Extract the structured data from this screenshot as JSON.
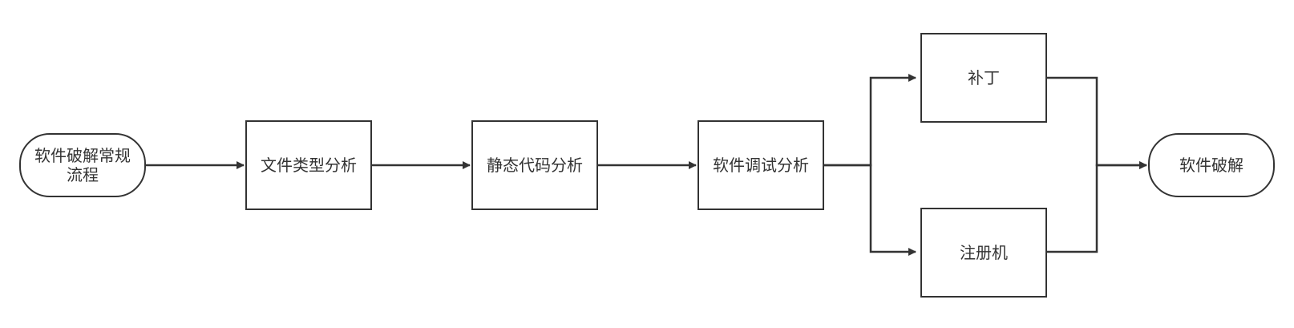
{
  "diagram": {
    "nodes": {
      "start": {
        "label": "软件破解常规流程"
      },
      "file_type": {
        "label": "文件类型分析"
      },
      "static": {
        "label": "静态代码分析"
      },
      "debug": {
        "label": "软件调试分析"
      },
      "patch": {
        "label": "补丁"
      },
      "keygen": {
        "label": "注册机"
      },
      "end": {
        "label": "软件破解"
      }
    },
    "edges": [
      {
        "from": "start",
        "to": "file_type"
      },
      {
        "from": "file_type",
        "to": "static"
      },
      {
        "from": "static",
        "to": "debug"
      },
      {
        "from": "debug",
        "to": "patch"
      },
      {
        "from": "debug",
        "to": "keygen"
      },
      {
        "from": "patch",
        "to": "end"
      },
      {
        "from": "keygen",
        "to": "end"
      }
    ],
    "colors": {
      "stroke": "#333333",
      "fill": "#ffffff",
      "text": "#333333"
    }
  }
}
